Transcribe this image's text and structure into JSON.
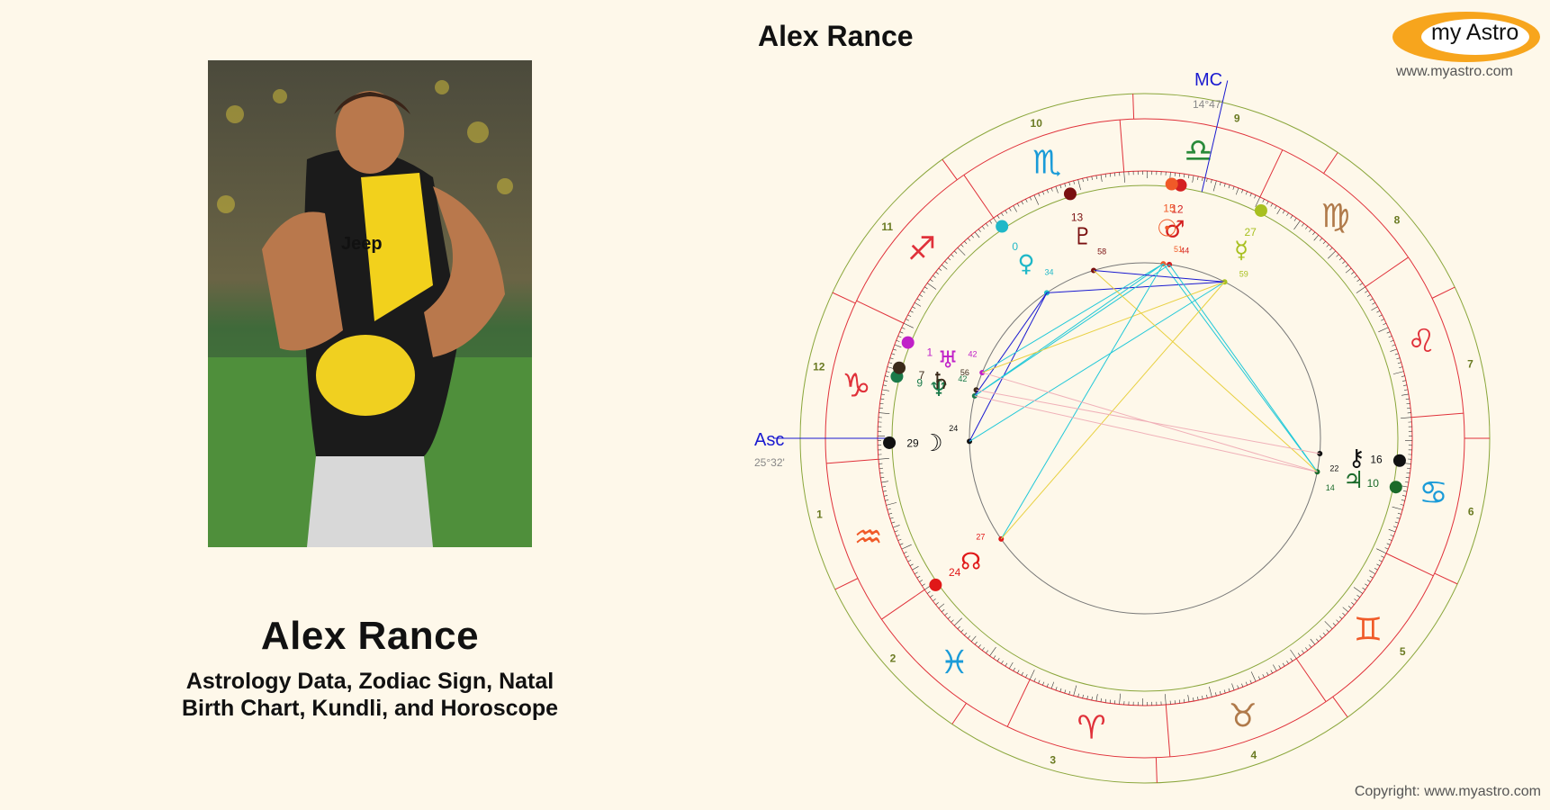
{
  "person": {
    "name": "Alex Rance",
    "subtitle_line1": "Astrology Data, Zodiac Sign, Natal",
    "subtitle_line2": "Birth Chart, Kundli, and Horoscope"
  },
  "chart_title": "Alex Rance",
  "brand": {
    "logo_text": "my Astro",
    "url": "www.myastro.com",
    "copyright": "Copyright: www.myastro.com"
  },
  "angles": {
    "asc_label": "Asc",
    "asc_degree": "25°32'",
    "mc_label": "MC",
    "mc_degree": "14°47'"
  },
  "colors": {
    "background": "#fef8ea",
    "outer_ring": "#8aa63b",
    "inner_ring": "#e0313a",
    "logo": "#f7a51d"
  },
  "houses": [
    "1",
    "2",
    "3",
    "4",
    "5",
    "6",
    "7",
    "8",
    "9",
    "10",
    "11",
    "12"
  ],
  "signs": [
    {
      "name": "Capricorn",
      "glyph": "♑︎",
      "color": "#e0313a"
    },
    {
      "name": "Aquarius",
      "glyph": "♒︎",
      "color": "#f05a28"
    },
    {
      "name": "Pisces",
      "glyph": "♓︎",
      "color": "#1a9bd8"
    },
    {
      "name": "Aries",
      "glyph": "♈︎",
      "color": "#e0313a"
    },
    {
      "name": "Taurus",
      "glyph": "♉︎",
      "color": "#b07a4a"
    },
    {
      "name": "Gemini",
      "glyph": "♊︎",
      "color": "#f05a28"
    },
    {
      "name": "Cancer",
      "glyph": "♋︎",
      "color": "#1a9bd8"
    },
    {
      "name": "Leo",
      "glyph": "♌︎",
      "color": "#e0313a"
    },
    {
      "name": "Virgo",
      "glyph": "♍︎",
      "color": "#b07a4a"
    },
    {
      "name": "Libra",
      "glyph": "♎︎",
      "color": "#2a8a3a"
    },
    {
      "name": "Scorpio",
      "glyph": "♏︎",
      "color": "#1a9bd8"
    },
    {
      "name": "Sagittarius",
      "glyph": "♐︎",
      "color": "#e0313a"
    }
  ],
  "planets": [
    {
      "name": "moon",
      "glyph": "☽",
      "deg": "29",
      "min": "24",
      "color": "#111111"
    },
    {
      "name": "pluto",
      "glyph": "♇",
      "deg": "13",
      "min": "58",
      "color": "#7a1010"
    },
    {
      "name": "mars",
      "glyph": "♂",
      "deg": "12",
      "min": "44",
      "color": "#d42020"
    },
    {
      "name": "sun",
      "glyph": "☉",
      "deg": "15",
      "min": "51",
      "color": "#f05a28"
    },
    {
      "name": "mercury",
      "glyph": "☿",
      "deg": "27",
      "min": "59",
      "color": "#a8c020"
    },
    {
      "name": "venus",
      "glyph": "♀",
      "deg": "0",
      "min": "34",
      "color": "#20b8c8"
    },
    {
      "name": "uranus",
      "glyph": "♅",
      "deg": "1",
      "min": "42",
      "color": "#c020c8"
    },
    {
      "name": "neptune",
      "glyph": "♆",
      "deg": "9",
      "min": "42",
      "color": "#1a7a4a"
    },
    {
      "name": "saturn",
      "glyph": "♄",
      "deg": "7",
      "min": "56",
      "color": "#3a2a1a"
    },
    {
      "name": "node",
      "glyph": "☊",
      "deg": "24",
      "min": "27",
      "color": "#e01818"
    },
    {
      "name": "chiron",
      "glyph": "⚷",
      "deg": "16",
      "min": "22",
      "color": "#111111"
    },
    {
      "name": "jupiter",
      "glyph": "♃",
      "deg": "10",
      "min": "14",
      "color": "#1a6a2a"
    }
  ]
}
